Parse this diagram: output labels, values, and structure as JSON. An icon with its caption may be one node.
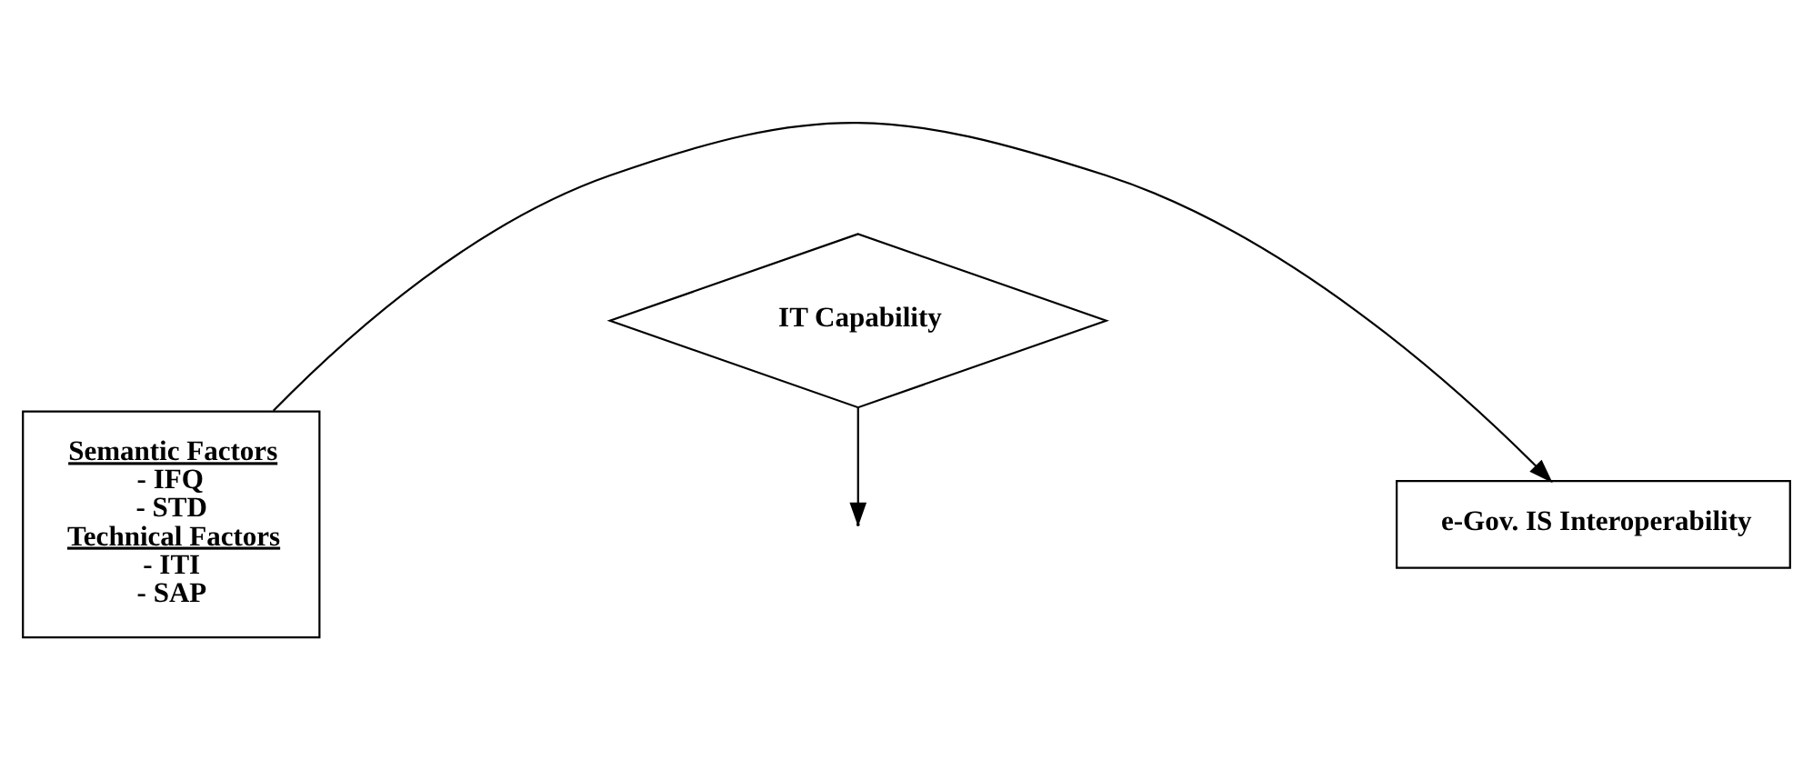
{
  "diagram": {
    "nodes": [
      {
        "text": [
          "Semantic Factors",
          "- IFQ",
          "- STD",
          "Technical Factors",
          "- ITI",
          "- SAP"
        ]
      },
      {
        "text": [
          "e-Gov. IS Interoperability"
        ]
      },
      {
        "text": [
          "IT Capability"
        ]
      }
    ],
    "edges": [
      {
        "from": 0,
        "to": 1,
        "arrow": "to"
      },
      {
        "from": 2,
        "to": null,
        "arrow": "to"
      }
    ]
  }
}
